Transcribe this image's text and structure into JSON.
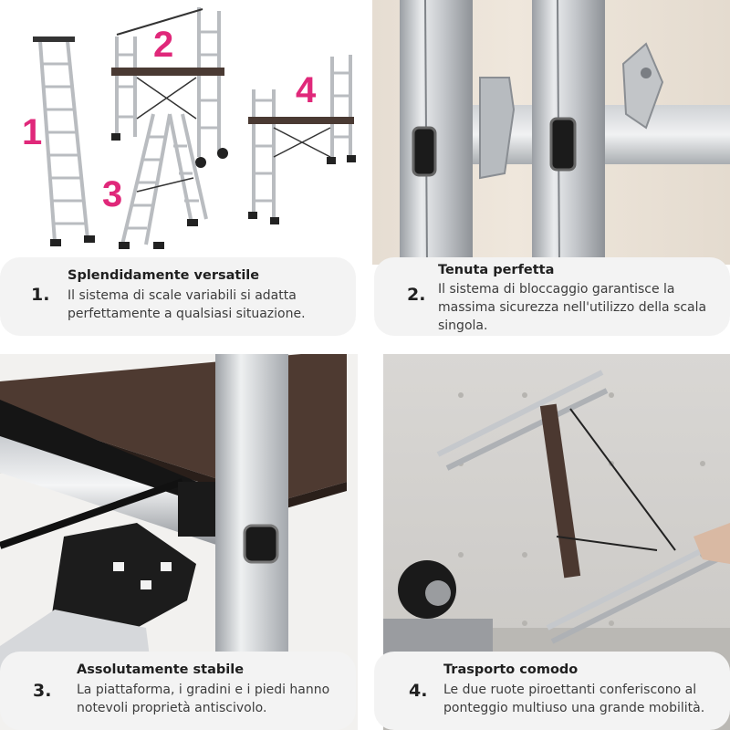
{
  "illustration": {
    "config_numbers": [
      "1",
      "2",
      "3",
      "4"
    ],
    "accent_color": "#e0287a",
    "numbers_color": "#e0287a"
  },
  "features": [
    {
      "number": "1.",
      "title": "Splendidamente versatile",
      "text_lines": [
        "Il sistema di scale variabili si adatta",
        "perfettamente a qualsiasi situazione."
      ]
    },
    {
      "number": "2.",
      "title": "Tenuta perfetta",
      "text_lines": [
        "Il sistema di bloccaggio garantisce la",
        "massima sicurezza nell'utilizzo della scala",
        "singola."
      ]
    },
    {
      "number": "3.",
      "title": "Assolutamente stabile",
      "text_lines": [
        "La piattaforma, i gradini e i piedi hanno",
        "notevoli proprietà antiscivolo."
      ]
    },
    {
      "number": "4.",
      "title": "Trasporto comodo",
      "text_lines": [
        "Le due ruote piroettanti conferiscono al",
        "ponteggio multiuso una grande mobilità."
      ]
    }
  ],
  "colors": {
    "card_background": "#f3f3f3",
    "number_highlight": "#dff2c6",
    "text": "#3c3c3c",
    "title": "#1f1f1f"
  }
}
